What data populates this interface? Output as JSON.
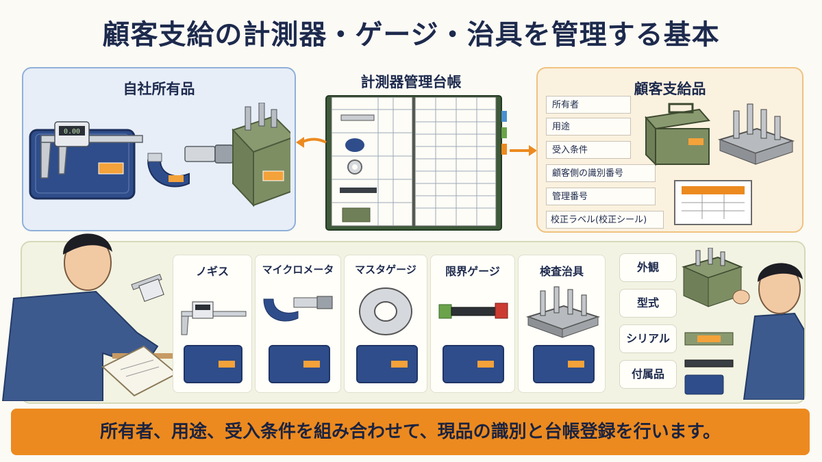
{
  "title": "顧客支給の計測器・ゲージ・治具を管理する基本",
  "own_items": {
    "title": "自社所有品"
  },
  "ledger": {
    "title": "計測器管理台帳"
  },
  "customer_items": {
    "title": "顧客支給品",
    "fields": [
      "所有者",
      "用途",
      "受入条件",
      "顧客側の識別番号",
      "管理番号",
      "校正ラベル(校正シール)"
    ]
  },
  "categories": [
    "ノギス",
    "マイクロメータ",
    "マスタゲージ",
    "限界ゲージ",
    "検査治具"
  ],
  "identification_attributes": [
    "外観",
    "型式",
    "シリアル",
    "付属品"
  ],
  "footer": "所有者、用途、受入条件を組み合わせて、現品の識別と台帳登録を行います。",
  "colors": {
    "own_panel": "#e7eef8",
    "customer_panel": "#fbf1df",
    "accent_orange": "#ec8a1f",
    "title_navy": "#1d2a4d"
  }
}
